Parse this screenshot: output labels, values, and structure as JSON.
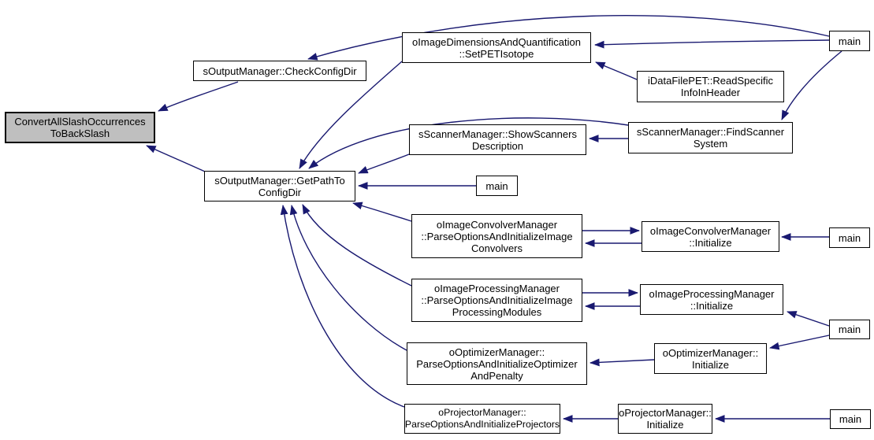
{
  "diagram": {
    "kind": "caller-graph",
    "colors": {
      "edge": "#191970",
      "node_fill": "#ffffff",
      "node_border": "#000000",
      "focus_node_fill": "#bfbfbf",
      "background": "#ffffff"
    }
  },
  "nodes": [
    {
      "id": "convert-all-slash-to-backslash",
      "label": "ConvertAllSlashOccurrences\nToBackSlash",
      "focus": true
    },
    {
      "id": "check-config-dir",
      "label": "sOutputManager::CheckConfigDir"
    },
    {
      "id": "set-pet-isotope",
      "label": "oImageDimensionsAndQuantification\n::SetPETIsotope"
    },
    {
      "id": "read-specific-info-in-header",
      "label": "iDataFilePET::ReadSpecific\nInfoInHeader"
    },
    {
      "id": "main-top",
      "label": "main"
    },
    {
      "id": "show-scanners-description",
      "label": "sScannerManager::ShowScanners\nDescription"
    },
    {
      "id": "find-scanner-system",
      "label": "sScannerManager::FindScanner\nSystem"
    },
    {
      "id": "get-path-to-config-dir",
      "label": "sOutputManager::GetPathTo\nConfigDir"
    },
    {
      "id": "main-middle",
      "label": "main"
    },
    {
      "id": "convolver-parse-options",
      "label": "oImageConvolverManager\n::ParseOptionsAndInitializeImage\nConvolvers"
    },
    {
      "id": "convolver-initialize",
      "label": "oImageConvolverManager\n::Initialize"
    },
    {
      "id": "main-convolver",
      "label": "main"
    },
    {
      "id": "processing-parse-options",
      "label": "oImageProcessingManager\n::ParseOptionsAndInitializeImage\nProcessingModules"
    },
    {
      "id": "processing-initialize",
      "label": "oImageProcessingManager\n::Initialize"
    },
    {
      "id": "main-processing-optimizer",
      "label": "main"
    },
    {
      "id": "optimizer-parse-options",
      "label": "oOptimizerManager::\nParseOptionsAndInitializeOptimizer\nAndPenalty"
    },
    {
      "id": "optimizer-initialize",
      "label": "oOptimizerManager::\nInitialize"
    },
    {
      "id": "projector-parse-options",
      "label": "oProjectorManager::\nParseOptionsAndInitializeProjectors"
    },
    {
      "id": "projector-initialize",
      "label": "oProjectorManager::\nInitialize"
    },
    {
      "id": "main-bottom",
      "label": "main"
    }
  ],
  "edges": [
    {
      "from": "check-config-dir",
      "to": "convert-all-slash-to-backslash"
    },
    {
      "from": "get-path-to-config-dir",
      "to": "convert-all-slash-to-backslash"
    },
    {
      "from": "main-top",
      "to": "check-config-dir"
    },
    {
      "from": "main-top",
      "to": "set-pet-isotope"
    },
    {
      "from": "main-top",
      "to": "find-scanner-system"
    },
    {
      "from": "read-specific-info-in-header",
      "to": "set-pet-isotope"
    },
    {
      "from": "find-scanner-system",
      "to": "show-scanners-description"
    },
    {
      "from": "set-pet-isotope",
      "to": "get-path-to-config-dir"
    },
    {
      "from": "find-scanner-system",
      "to": "get-path-to-config-dir"
    },
    {
      "from": "show-scanners-description",
      "to": "get-path-to-config-dir"
    },
    {
      "from": "main-middle",
      "to": "get-path-to-config-dir"
    },
    {
      "from": "convolver-parse-options",
      "to": "get-path-to-config-dir"
    },
    {
      "from": "processing-parse-options",
      "to": "get-path-to-config-dir"
    },
    {
      "from": "optimizer-parse-options",
      "to": "get-path-to-config-dir"
    },
    {
      "from": "projector-parse-options",
      "to": "get-path-to-config-dir"
    },
    {
      "from": "convolver-parse-options",
      "to": "convolver-initialize"
    },
    {
      "from": "convolver-initialize",
      "to": "convolver-parse-options"
    },
    {
      "from": "main-convolver",
      "to": "convolver-initialize"
    },
    {
      "from": "processing-parse-options",
      "to": "processing-initialize"
    },
    {
      "from": "processing-initialize",
      "to": "processing-parse-options"
    },
    {
      "from": "main-processing-optimizer",
      "to": "processing-initialize"
    },
    {
      "from": "optimizer-initialize",
      "to": "optimizer-parse-options"
    },
    {
      "from": "main-processing-optimizer",
      "to": "optimizer-initialize"
    },
    {
      "from": "projector-initialize",
      "to": "projector-parse-options"
    },
    {
      "from": "main-bottom",
      "to": "projector-initialize"
    }
  ]
}
